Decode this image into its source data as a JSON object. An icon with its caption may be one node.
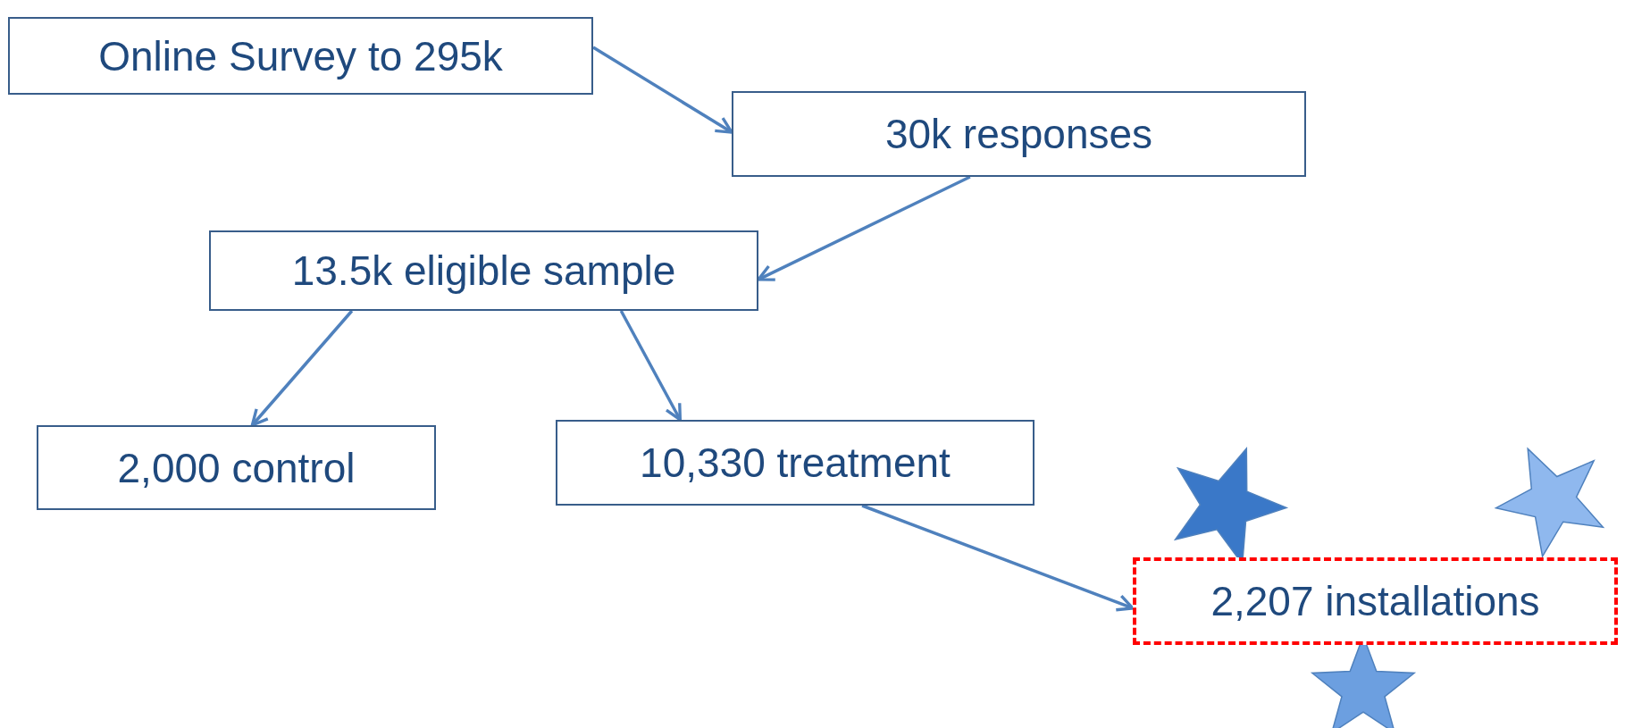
{
  "diagram": {
    "nodes": [
      {
        "text": [
          "Online Survey to 295k"
        ]
      },
      {
        "text": [
          "30k responses"
        ]
      },
      {
        "text": [
          "13.5k eligible sample"
        ]
      },
      {
        "text": [
          "2,000 control"
        ]
      },
      {
        "text": [
          "10,330 treatment"
        ]
      },
      {
        "text": [
          "2,207 installations"
        ]
      }
    ],
    "edges": [
      {
        "from": 0,
        "to": 1,
        "arrow": "to"
      },
      {
        "from": 1,
        "to": 2,
        "arrow": "to"
      },
      {
        "from": 2,
        "to": 3,
        "arrow": "to"
      },
      {
        "from": 2,
        "to": 4,
        "arrow": "to"
      },
      {
        "from": 4,
        "to": 5,
        "arrow": "to"
      }
    ]
  }
}
